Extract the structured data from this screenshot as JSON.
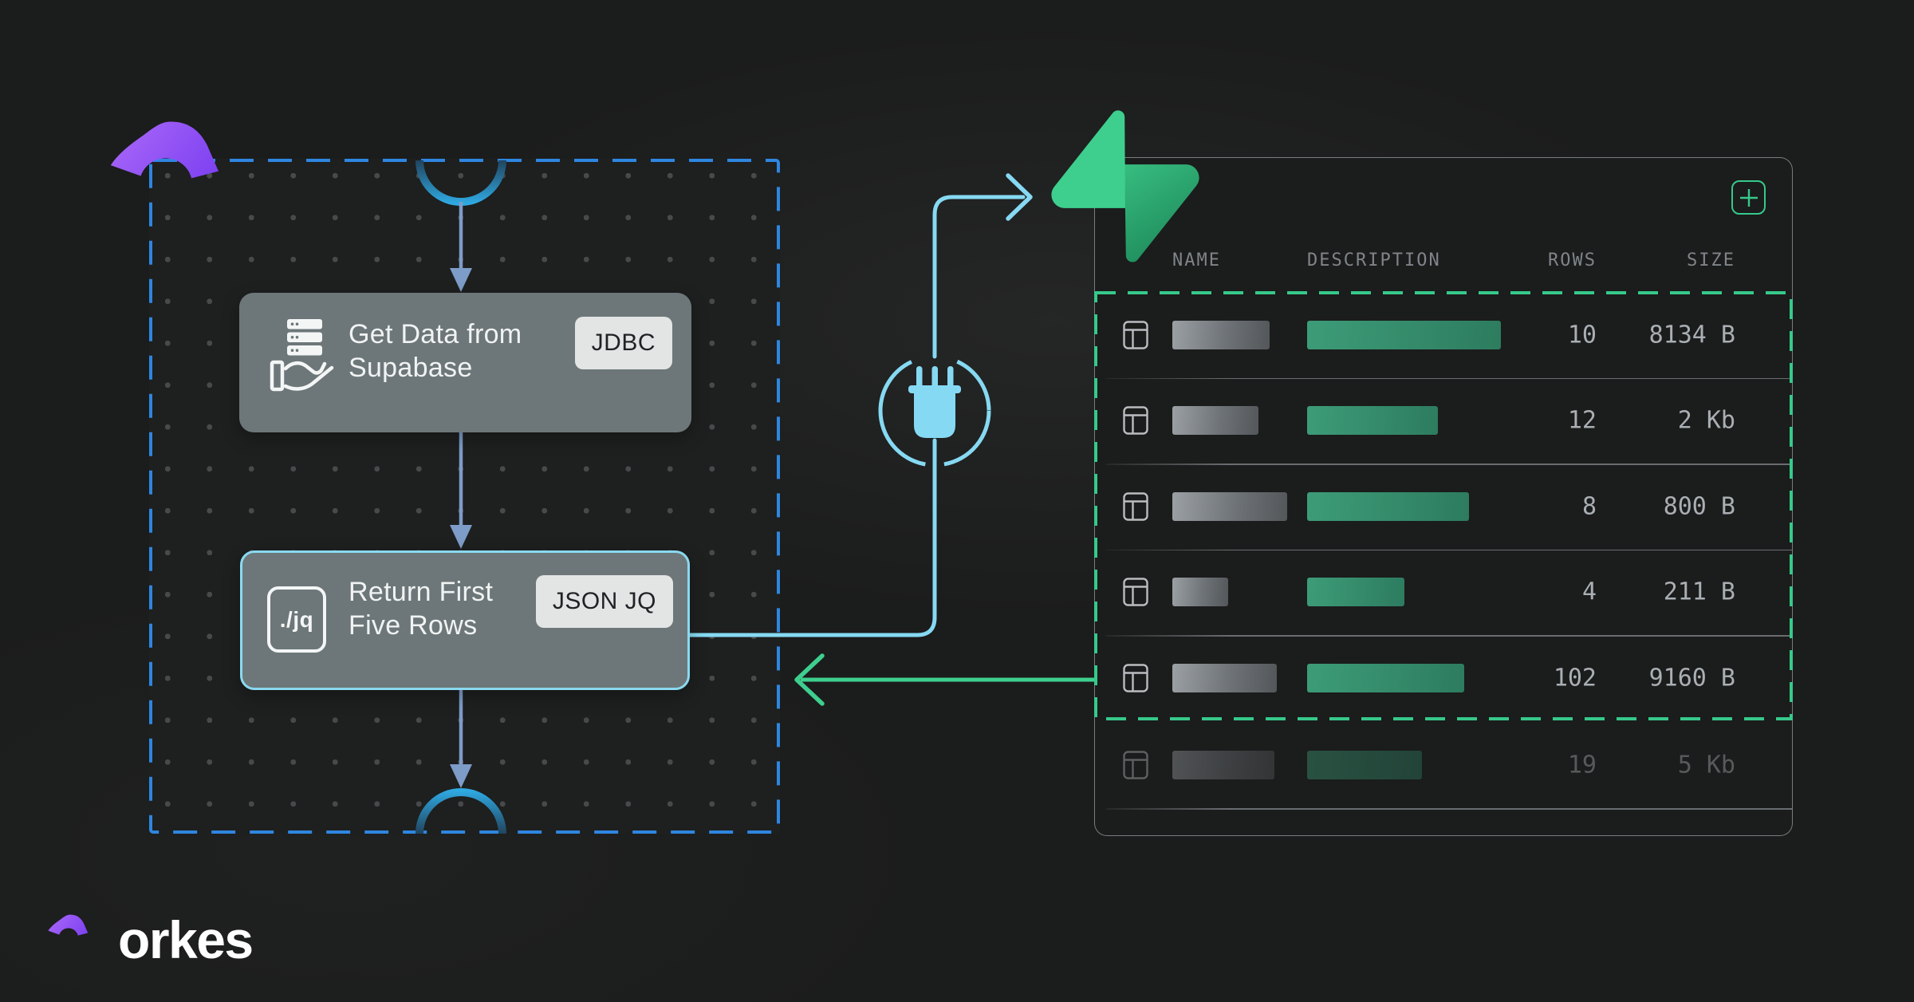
{
  "brand": {
    "wordmark": "orkes",
    "logo_icon": "orkes-mark-icon"
  },
  "workflow": {
    "nodes": [
      {
        "icon": "database-serve-icon",
        "line1": "Get Data from",
        "line2": "Supabase",
        "badge": "JDBC"
      },
      {
        "icon": "jq-icon",
        "icon_label": "./jq",
        "line1": "Return First",
        "line2": "Five Rows",
        "badge": "JSON JQ",
        "selected": true
      }
    ]
  },
  "integration": {
    "connector_icon": "plug-icon",
    "target_logo_icon": "supabase-logo"
  },
  "table": {
    "add_button_icon": "plus-icon",
    "columns": [
      "NAME",
      "DESCRIPTION",
      "ROWS",
      "SIZE"
    ],
    "rows": [
      {
        "rows": "10",
        "size": "8134 B",
        "name_bar_w": 122,
        "desc_bar_w": 243,
        "dimmed": false
      },
      {
        "rows": "12",
        "size": "2 Kb",
        "name_bar_w": 108,
        "desc_bar_w": 164,
        "dimmed": false
      },
      {
        "rows": "8",
        "size": "800 B",
        "name_bar_w": 144,
        "desc_bar_w": 203,
        "dimmed": false
      },
      {
        "rows": "4",
        "size": "211 B",
        "name_bar_w": 70,
        "desc_bar_w": 122,
        "dimmed": false
      },
      {
        "rows": "102",
        "size": "9160 B",
        "name_bar_w": 131,
        "desc_bar_w": 197,
        "dimmed": false
      },
      {
        "rows": "19",
        "size": "5 Kb",
        "name_bar_w": 128,
        "desc_bar_w": 144,
        "dimmed": true
      }
    ]
  },
  "colors": {
    "background": "#1b1c1c",
    "workflow_border": "#2e86e0",
    "connector": "#86d9f2",
    "arrow": "#7d9cc8",
    "node_bg": "#6d7779",
    "node_selected_border": "#8ad9f0",
    "badge_bg": "#e3e4e4",
    "badge_text": "#1f2325",
    "supabase_green": "#3ecf8e",
    "selection_green": "#36c98b",
    "desc_bar_start": "#3d9c78",
    "desc_bar_end": "#2d7c5f",
    "arc_blue": "#2fa9e2"
  }
}
